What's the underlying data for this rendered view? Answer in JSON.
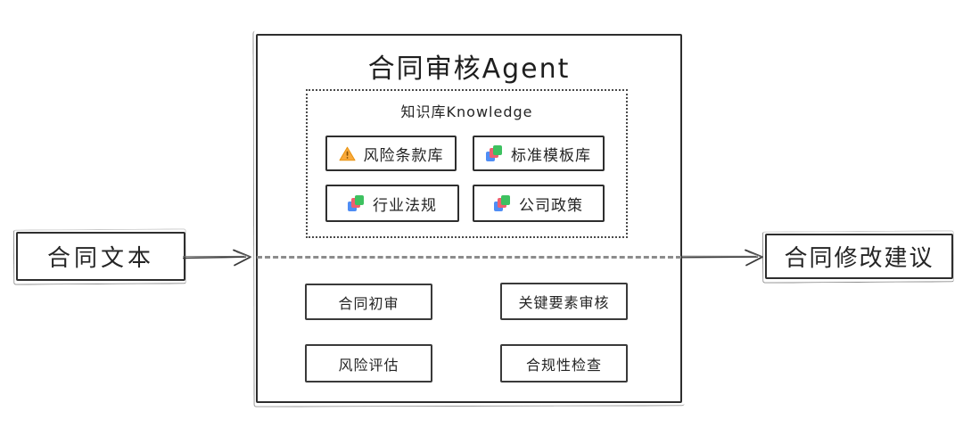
{
  "diagram": {
    "input": {
      "label": "合同文本"
    },
    "output": {
      "label": "合同修改建议"
    },
    "agent": {
      "title": "合同审核Agent",
      "knowledge": {
        "title": "知识库Knowledge",
        "items": [
          {
            "label": "风险条款库",
            "icon": "warning-triangle"
          },
          {
            "label": "标准模板库",
            "icon": "books"
          },
          {
            "label": "行业法规",
            "icon": "books"
          },
          {
            "label": "公司政策",
            "icon": "books"
          }
        ]
      },
      "processes": [
        {
          "label": "合同初审"
        },
        {
          "label": "关键要素审核"
        },
        {
          "label": "风险评估"
        },
        {
          "label": "合规性检查"
        }
      ]
    },
    "colors": {
      "stroke": "#2e2e2e",
      "divider_dash": "#8c8c8c",
      "warning_fill": "#f9a93b",
      "warning_border": "#e8920f",
      "book_blue": "#4f8df5",
      "book_pink": "#ef5f70",
      "book_green": "#3ec160",
      "background": "#ffffff"
    }
  }
}
